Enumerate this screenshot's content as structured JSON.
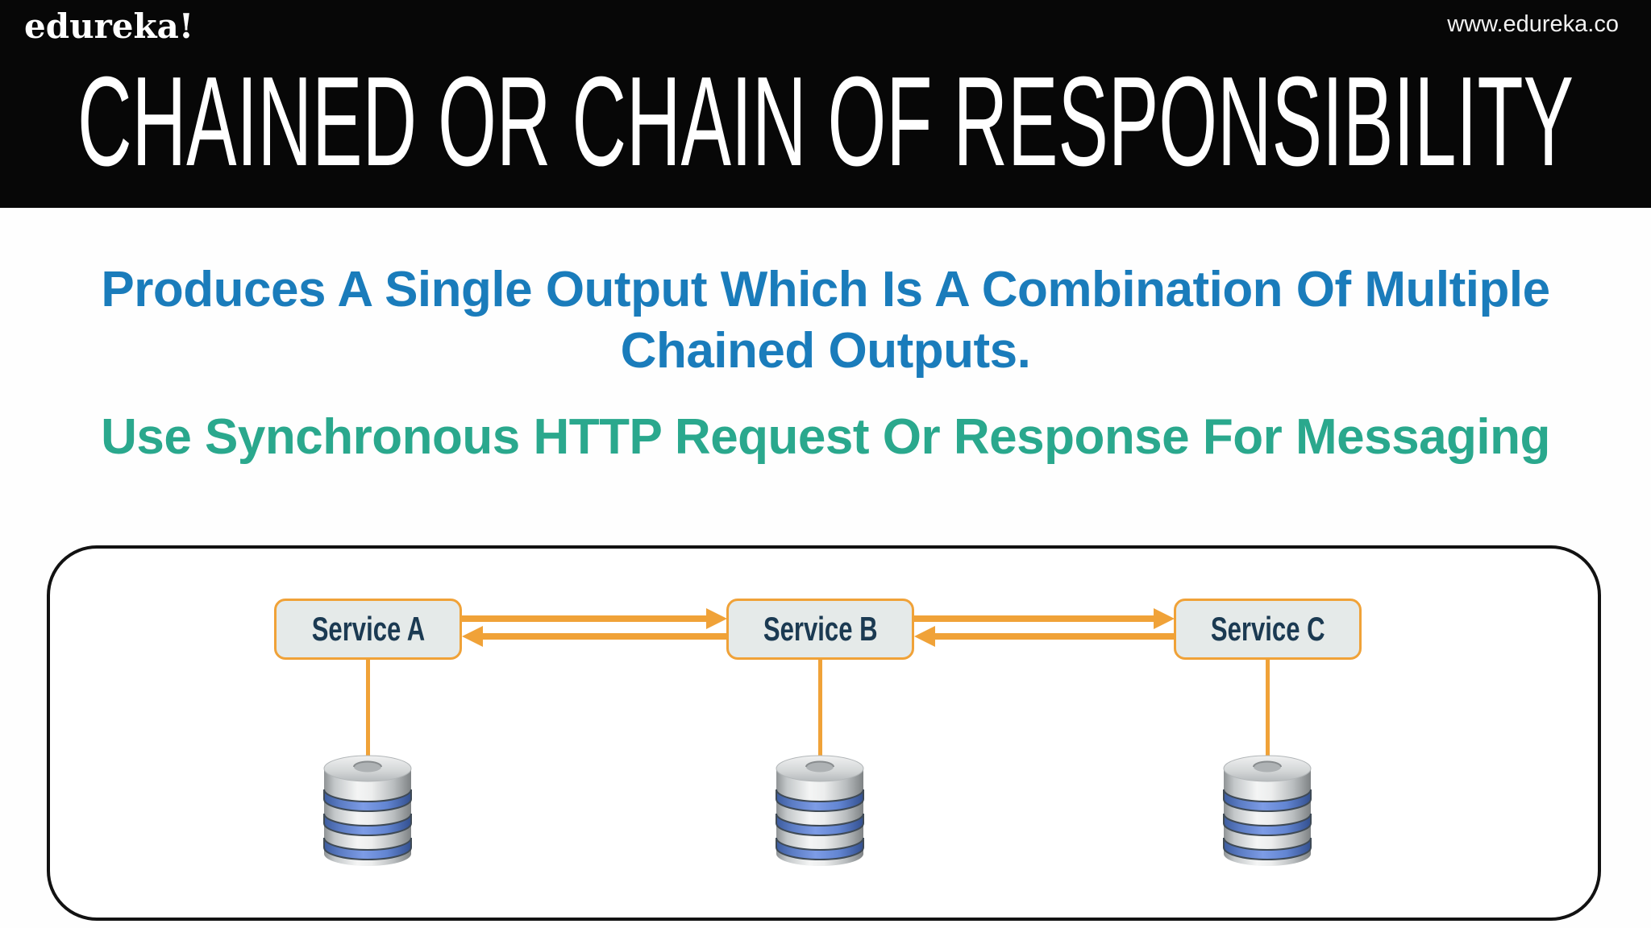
{
  "header": {
    "logo": "edureka!",
    "website": "www.edureka.co",
    "title": "CHAINED OR CHAIN OF RESPONSIBILITY"
  },
  "description": {
    "line1": "Produces A Single Output Which Is A Combination Of Multiple",
    "line2": "Chained Outputs.",
    "line3": "Use Synchronous HTTP Request Or Response For Messaging"
  },
  "colors": {
    "banner_bg": "#070707",
    "accent_blue": "#1a7cbb",
    "accent_teal": "#2aa88d",
    "arrow_orange": "#f0a238",
    "service_box_fill": "#e5eae9",
    "service_text": "#1b3a52",
    "diagram_border": "#121212"
  },
  "diagram": {
    "services": [
      {
        "label": "Service A"
      },
      {
        "label": "Service B"
      },
      {
        "label": "Service C"
      }
    ],
    "connections": [
      {
        "from": "Service A",
        "to": "Service B",
        "direction": "right"
      },
      {
        "from": "Service B",
        "to": "Service A",
        "direction": "left"
      },
      {
        "from": "Service B",
        "to": "Service C",
        "direction": "right"
      },
      {
        "from": "Service C",
        "to": "Service B",
        "direction": "left"
      }
    ],
    "databases": [
      {
        "attached_to": "Service A",
        "icon": "database-cylinder-icon"
      },
      {
        "attached_to": "Service B",
        "icon": "database-cylinder-icon"
      },
      {
        "attached_to": "Service C",
        "icon": "database-cylinder-icon"
      }
    ]
  }
}
